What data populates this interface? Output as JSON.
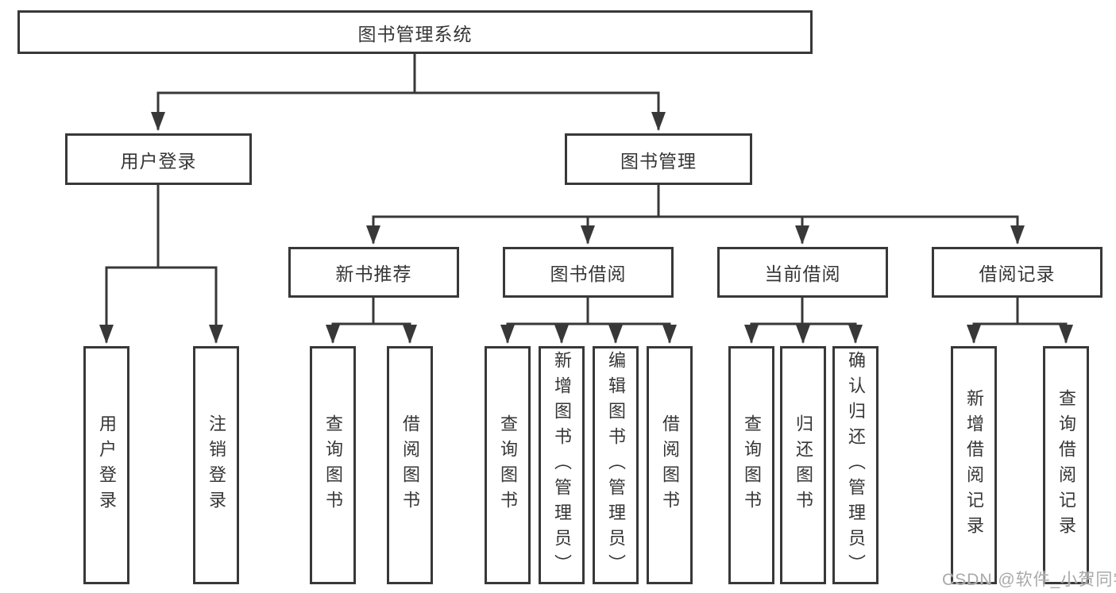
{
  "watermark": {
    "text": "CSDN @软件_小贺同学"
  },
  "colors": {
    "line": "#383838",
    "box_border": "#383838",
    "text": "#363636",
    "watermark": "#a9a9a9",
    "background": "#ffffff"
  },
  "tree": {
    "label": "图书管理系统",
    "children": [
      {
        "label": "用户登录",
        "children": [
          {
            "label": "用户登录"
          },
          {
            "label": "注销登录"
          }
        ]
      },
      {
        "label": "图书管理",
        "children": [
          {
            "label": "新书推荐",
            "children": [
              {
                "label": "查询图书"
              },
              {
                "label": "借阅图书"
              }
            ]
          },
          {
            "label": "图书借阅",
            "children": [
              {
                "label": "查询图书"
              },
              {
                "label": "新增图书（管理员）"
              },
              {
                "label": "编辑图书（管理员）"
              },
              {
                "label": "借阅图书"
              }
            ]
          },
          {
            "label": "当前借阅",
            "children": [
              {
                "label": "查询图书"
              },
              {
                "label": "归还图书"
              },
              {
                "label": "确认归还（管理员）"
              }
            ]
          },
          {
            "label": "借阅记录",
            "children": [
              {
                "label": "新增借阅记录"
              },
              {
                "label": "查询借阅记录"
              }
            ]
          }
        ]
      }
    ]
  }
}
